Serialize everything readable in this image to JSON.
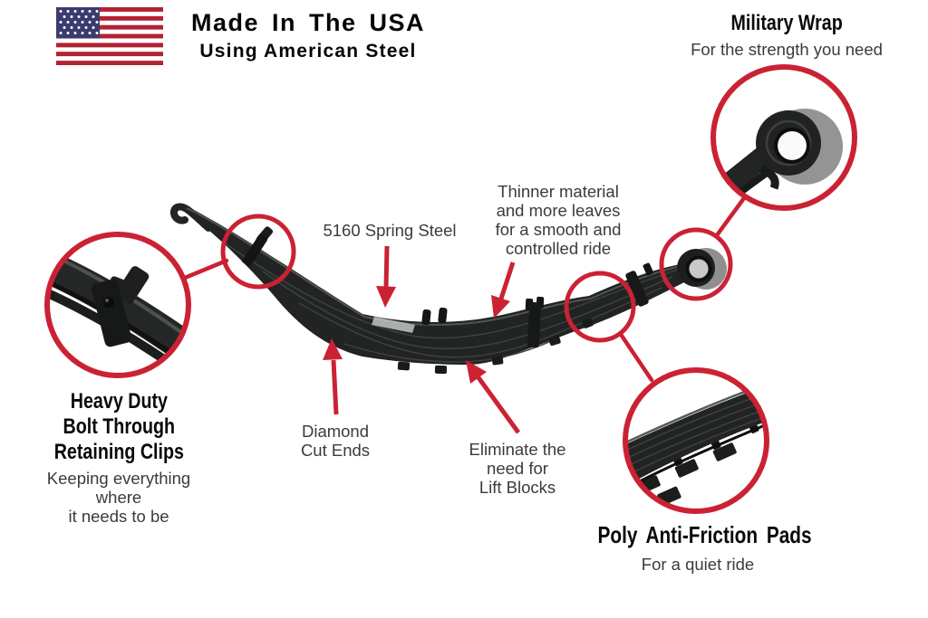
{
  "badge": {
    "title": "Made In The USA",
    "subtitle": "Using American Steel"
  },
  "callouts": {
    "military_wrap": {
      "title": "Military Wrap",
      "subtitle": "For the strength you need"
    },
    "spring_steel": {
      "label": "5160 Spring Steel"
    },
    "thinner_material": {
      "lines": [
        "Thinner material",
        "and more leaves",
        "for a smooth and",
        "controlled ride"
      ]
    },
    "retaining_clips": {
      "title_lines": [
        "Heavy Duty",
        "Bolt Through",
        "Retaining Clips"
      ],
      "subtitle_lines": [
        "Keeping everything where",
        "it needs to be"
      ]
    },
    "diamond_cut": {
      "lines": [
        "Diamond",
        "Cut Ends"
      ]
    },
    "lift_blocks": {
      "lines": [
        "Eliminate the",
        "need for",
        "Lift Blocks"
      ]
    },
    "anti_friction": {
      "title": "Poly Anti-Friction Pads",
      "subtitle": "For a quiet ride"
    }
  },
  "icons": {
    "flag": "us-flag-icon",
    "detail_circles": [
      "retaining-clip-detail",
      "military-wrap-detail",
      "anti-friction-pad-detail"
    ]
  },
  "colors": {
    "accent_red": "#cb2233",
    "spring_black": "#212423",
    "title_black": "#0a0a0a",
    "body_text": "#3b3b3b",
    "flag_red": "#b22234",
    "flag_blue": "#3c3b6e"
  }
}
